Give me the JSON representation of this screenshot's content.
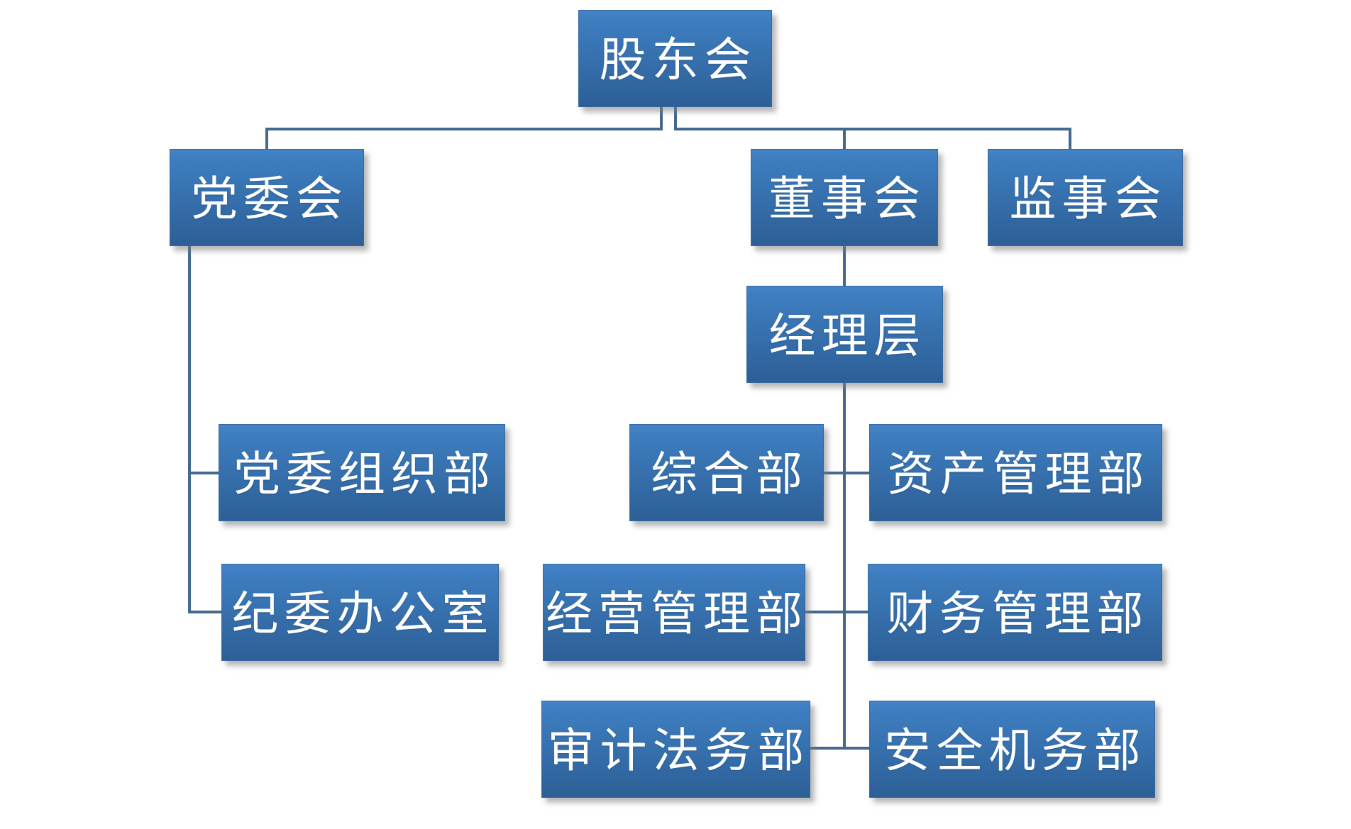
{
  "org_chart": {
    "type": "org-chart",
    "background": "#ffffff",
    "nodes": {
      "shareholders": {
        "label": "股东会"
      },
      "party_committee": {
        "label": "党委会"
      },
      "board_of_directors": {
        "label": "董事会"
      },
      "supervisory_board": {
        "label": "监事会"
      },
      "management": {
        "label": "经理层"
      },
      "party_org_dept": {
        "label": "党委组织部"
      },
      "discipline_office": {
        "label": "纪委办公室"
      },
      "general_dept": {
        "label": "综合部"
      },
      "asset_mgmt_dept": {
        "label": "资产管理部"
      },
      "operations_mgmt_dept": {
        "label": "经营管理部"
      },
      "finance_mgmt_dept": {
        "label": "财务管理部"
      },
      "audit_legal_dept": {
        "label": "审计法务部"
      },
      "safety_aviation_dept": {
        "label": "安全机务部"
      }
    },
    "edges": [
      {
        "from": "shareholders",
        "to": "party_committee"
      },
      {
        "from": "shareholders",
        "to": "board_of_directors"
      },
      {
        "from": "shareholders",
        "to": "supervisory_board"
      },
      {
        "from": "board_of_directors",
        "to": "management"
      },
      {
        "from": "party_committee",
        "to": "party_org_dept"
      },
      {
        "from": "party_committee",
        "to": "discipline_office"
      },
      {
        "from": "management",
        "to": "general_dept"
      },
      {
        "from": "management",
        "to": "asset_mgmt_dept"
      },
      {
        "from": "management",
        "to": "operations_mgmt_dept"
      },
      {
        "from": "management",
        "to": "finance_mgmt_dept"
      },
      {
        "from": "management",
        "to": "audit_legal_dept"
      },
      {
        "from": "management",
        "to": "safety_aviation_dept"
      }
    ],
    "colors": {
      "box_gradient_top": "#4484c6",
      "box_gradient_bottom": "#2d5f96",
      "box_border": "#33679e",
      "connector": "#44698f",
      "text": "#ffffff"
    }
  }
}
